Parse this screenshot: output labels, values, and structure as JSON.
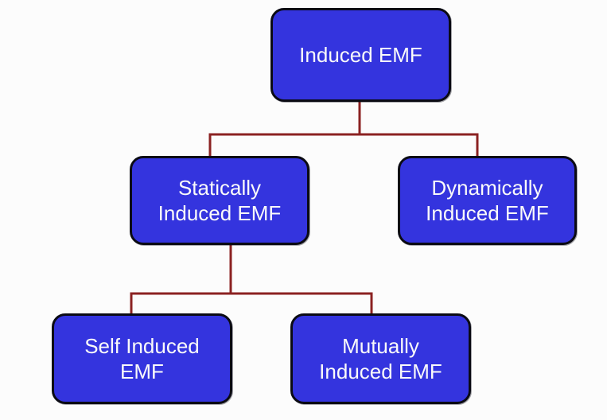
{
  "diagram": {
    "type": "tree",
    "background": "#FCFCFC",
    "colors": {
      "node_fill": "#3434DE",
      "node_border": "#0B0B14",
      "node_text": "#FAFAFA",
      "connector": "#8B2222"
    },
    "nodes": [
      {
        "id": "induced-emf",
        "label": "Induced EMF",
        "lines": [
          "Induced EMF"
        ]
      },
      {
        "id": "statically-induced-emf",
        "label": "Statically Induced EMF",
        "lines": [
          "Statically",
          "Induced EMF"
        ]
      },
      {
        "id": "dynamically-induced-emf",
        "label": "Dynamically Induced EMF",
        "lines": [
          "Dynamically",
          "Induced EMF"
        ]
      },
      {
        "id": "self-induced-emf",
        "label": "Self Induced EMF",
        "lines": [
          "Self Induced",
          "EMF"
        ]
      },
      {
        "id": "mutually-induced-emf",
        "label": "Mutually Induced EMF",
        "lines": [
          "Mutually",
          "Induced EMF"
        ]
      }
    ],
    "edges": [
      {
        "from": "induced-emf",
        "to": "statically-induced-emf"
      },
      {
        "from": "induced-emf",
        "to": "dynamically-induced-emf"
      },
      {
        "from": "statically-induced-emf",
        "to": "self-induced-emf"
      },
      {
        "from": "statically-induced-emf",
        "to": "mutually-induced-emf"
      }
    ]
  }
}
